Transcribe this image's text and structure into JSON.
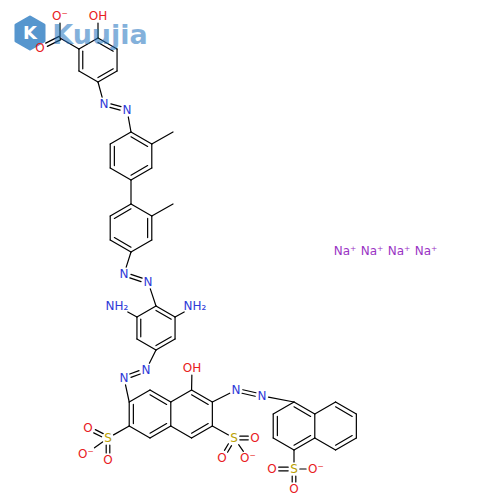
{
  "diagram": {
    "labels": [
      "K",
      "Kuujia",
      "O⁻",
      "OH",
      "O",
      "N",
      "N",
      "N",
      "N",
      "NH₂",
      "NH₂",
      "Na⁺",
      "Na⁺",
      "Na⁺",
      "Na⁺",
      "N",
      "OH",
      "N",
      "N",
      "N",
      "O",
      "S",
      "O",
      "S",
      "O",
      "O⁻",
      "O",
      "O⁻",
      "S",
      "O",
      "O⁻",
      "O"
    ]
  }
}
